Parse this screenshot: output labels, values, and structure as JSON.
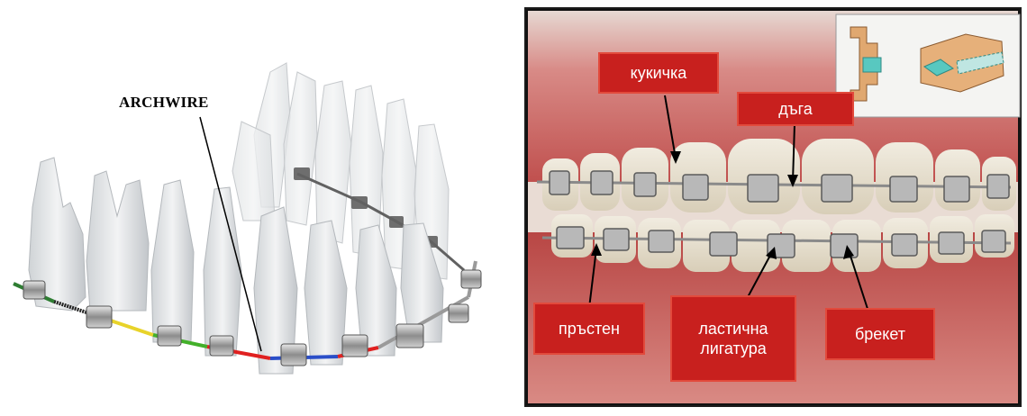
{
  "left_diagram": {
    "label": "ARCHWIRE"
  },
  "right_photo": {
    "labels": {
      "hook": "кукичка",
      "arch": "дъга",
      "ring": "пръстен",
      "ligature_line1": "ластична",
      "ligature_line2": "лигатура",
      "bracket": "брекет"
    },
    "colors": {
      "label_bg": "#c8201e",
      "gum": "#c85a58",
      "tooth": "#e8e2d2"
    }
  }
}
